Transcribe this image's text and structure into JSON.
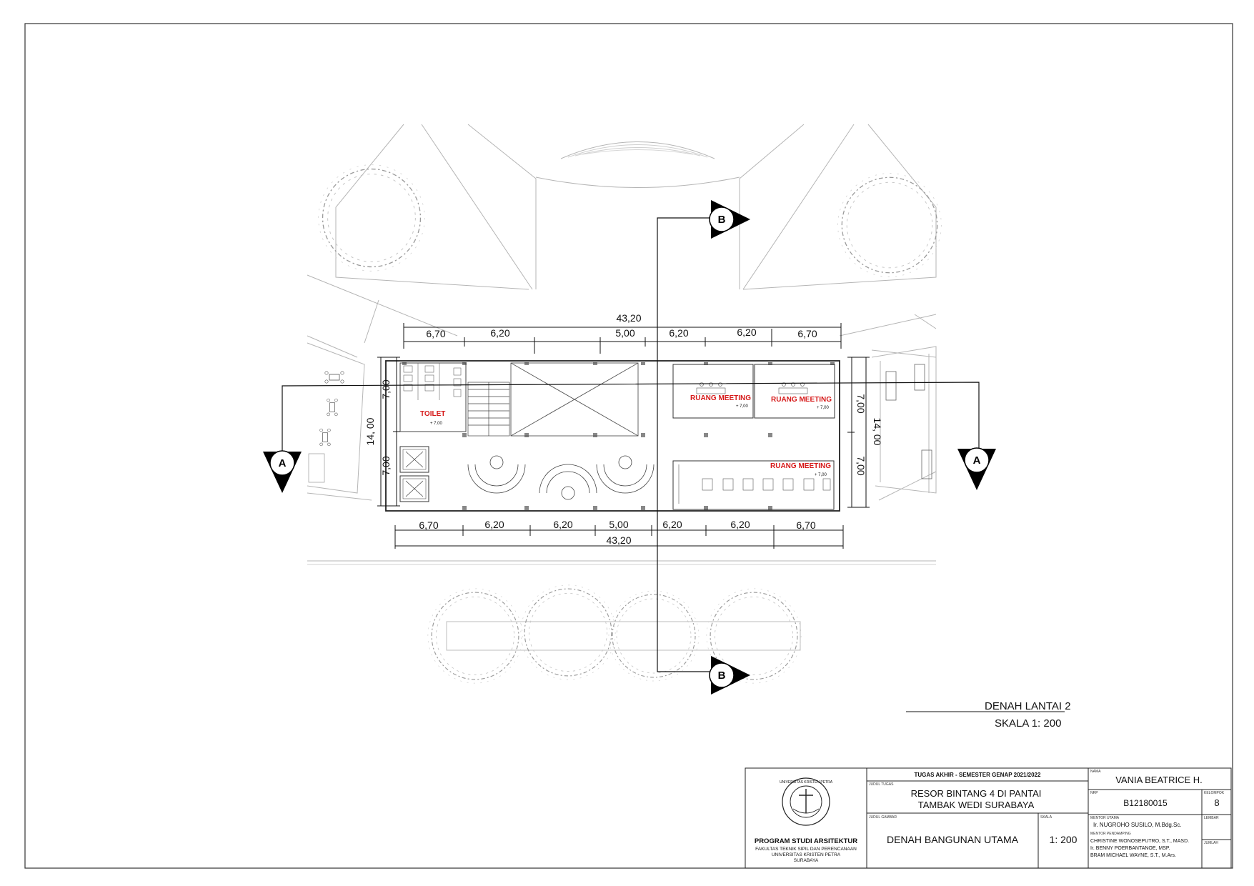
{
  "plan": {
    "dims_top": [
      "6,70",
      "6,20",
      "5,00",
      "6,20",
      "6,20",
      "6,70"
    ],
    "dims_top_total": "43,20",
    "dims_bottom": [
      "6,70",
      "6,20",
      "6,20",
      "5,00",
      "6,20",
      "6,20",
      "6,70"
    ],
    "dims_bottom_total": "43,20",
    "dims_left": [
      "7,00",
      "7,00"
    ],
    "dims_left_total": "14, 00",
    "dims_right": [
      "7,00",
      "7,00"
    ],
    "dims_right_total": "14, 00",
    "rooms": {
      "toilet": "TOILET",
      "meeting_1": "RUANG MEETING",
      "meeting_2": "RUANG MEETING",
      "meeting_3": "RUANG MEETING"
    },
    "elevation": "+ 7,00",
    "section_a": "A",
    "section_b": "B"
  },
  "drawing_title": {
    "name": "DENAH LANTAI 2",
    "scale": "SKALA 1: 200"
  },
  "title_block": {
    "logo_text": "UNIVERSITAS KRISTEN PETRA",
    "program": "PROGRAM STUDI ARSITEKTUR",
    "faculty": "FAKULTAS TEKNIK SIPIL DAN PERENCANAAN",
    "university": "UNIVERSITAS KRISTEN PETRA",
    "city": "SURABAYA",
    "header": "TUGAS AKHIR - SEMESTER GENAP 2021/2022",
    "label_judul_tugas": "JUDUL TUGAS",
    "project_line1": "RESOR BINTANG 4 DI PANTAI",
    "project_line2": "TAMBAK WEDI SURABAYA",
    "label_judul_gambar": "JUDUL GAMBAR",
    "drawing_name": "DENAH BANGUNAN UTAMA",
    "label_skala": "SKALA",
    "scale": "1: 200",
    "label_nama": "NAMA",
    "student_name": "VANIA BEATRICE H.",
    "label_nrp": "NRP",
    "nrp": "B12180015",
    "label_kelompok": "KELOMPOK",
    "group": "8",
    "label_mentor_utama": "MENTOR UTAMA",
    "mentor_main": "Ir. NUGROHO SUSILO, M.Bdg.Sc.",
    "label_lembar": "LEMBAR",
    "label_mentor_pendamping": "MENTOR PENDAMPING",
    "mentor_2": "CHRISTINE WONOSEPUTRO, S.T., MASD.",
    "mentor_3": "Ir. BENNY POERBANTANOE, MSP.",
    "mentor_4": "BRAM MICHAEL WAYNE, S.T., M.Ars.",
    "label_jumlah": "JUMLAH"
  }
}
